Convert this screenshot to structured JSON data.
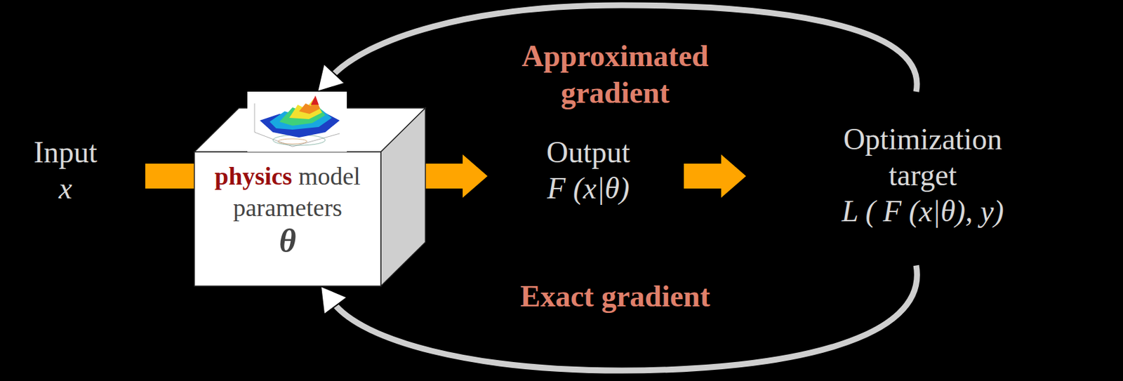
{
  "diagram": {
    "nodes": [
      {
        "text": [
          "Input",
          "x"
        ]
      },
      {
        "text": [
          "physics",
          "model parameters",
          "θ"
        ]
      },
      {
        "text": [
          "Output",
          "F (x|θ)"
        ]
      },
      {
        "text": [
          "Optimization target",
          "L ( F (x|θ), y)"
        ]
      }
    ],
    "edges": [
      {
        "from": 0,
        "to": 1,
        "arrow": "to"
      },
      {
        "from": 1,
        "to": 2,
        "arrow": "to"
      },
      {
        "from": 2,
        "to": 3,
        "arrow": "to"
      },
      {
        "from": 3,
        "to": 1,
        "label": "Approximated gradient",
        "arrow": "to"
      },
      {
        "from": 3,
        "to": 1,
        "label": "Exact gradient",
        "arrow": "to"
      }
    ]
  }
}
